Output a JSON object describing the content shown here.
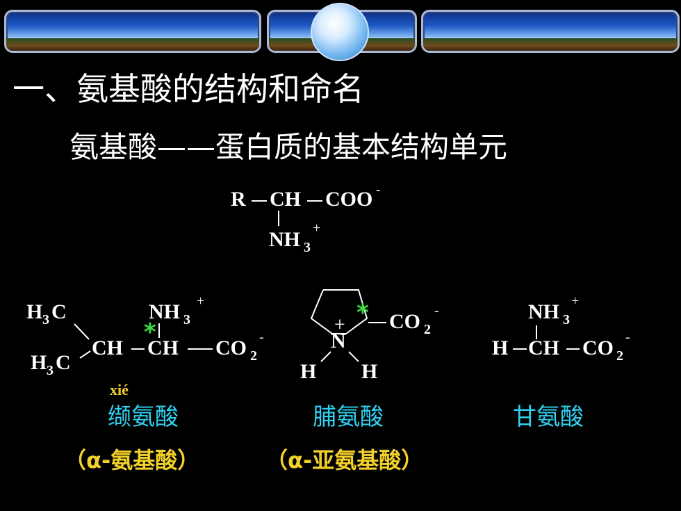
{
  "header": {
    "title": "一、氨基酸的结构和命名",
    "subtitle": "氨基酸——蛋白质的基本结构单元"
  },
  "general_formula": {
    "r": "R",
    "ch": "CH",
    "coo": "COO",
    "minus": "-",
    "nh": "NH",
    "sub3": "3",
    "plus": "+"
  },
  "valine": {
    "h3c_top": "H",
    "h3c_top_sub": "3",
    "h3c_top_c": "C",
    "h3c_bottom": "H",
    "h3c_bottom_sub": "3",
    "h3c_bottom_c": "C",
    "ch1": "CH",
    "ch2": "CH",
    "nh3": "NH",
    "nh3_sub": "3",
    "nh3_plus": "+",
    "co2": "CO",
    "co2_sub": "2",
    "co2_minus": "-",
    "chiral_mark": "*",
    "pinyin": "xié",
    "name": "缬氨酸",
    "note": "（α-氨基酸）"
  },
  "proline": {
    "n": "N",
    "plus": "+",
    "h_left": "H",
    "h_right": "H",
    "co2": "CO",
    "co2_sub": "2",
    "co2_minus": "-",
    "chiral_mark": "*",
    "name": "脯氨酸",
    "note": "（α-亚氨基酸）"
  },
  "glycine": {
    "nh3": "NH",
    "nh3_sub": "3",
    "nh3_plus": "+",
    "h": "H",
    "ch": "CH",
    "co2": "CO",
    "co2_sub": "2",
    "co2_minus": "-",
    "name": "甘氨酸"
  },
  "colors": {
    "background": "#000000",
    "text": "#ffffff",
    "name_cyan": "#2fd0f0",
    "note_yellow": "#f2d02a",
    "chiral_green": "#3ddc3d"
  }
}
